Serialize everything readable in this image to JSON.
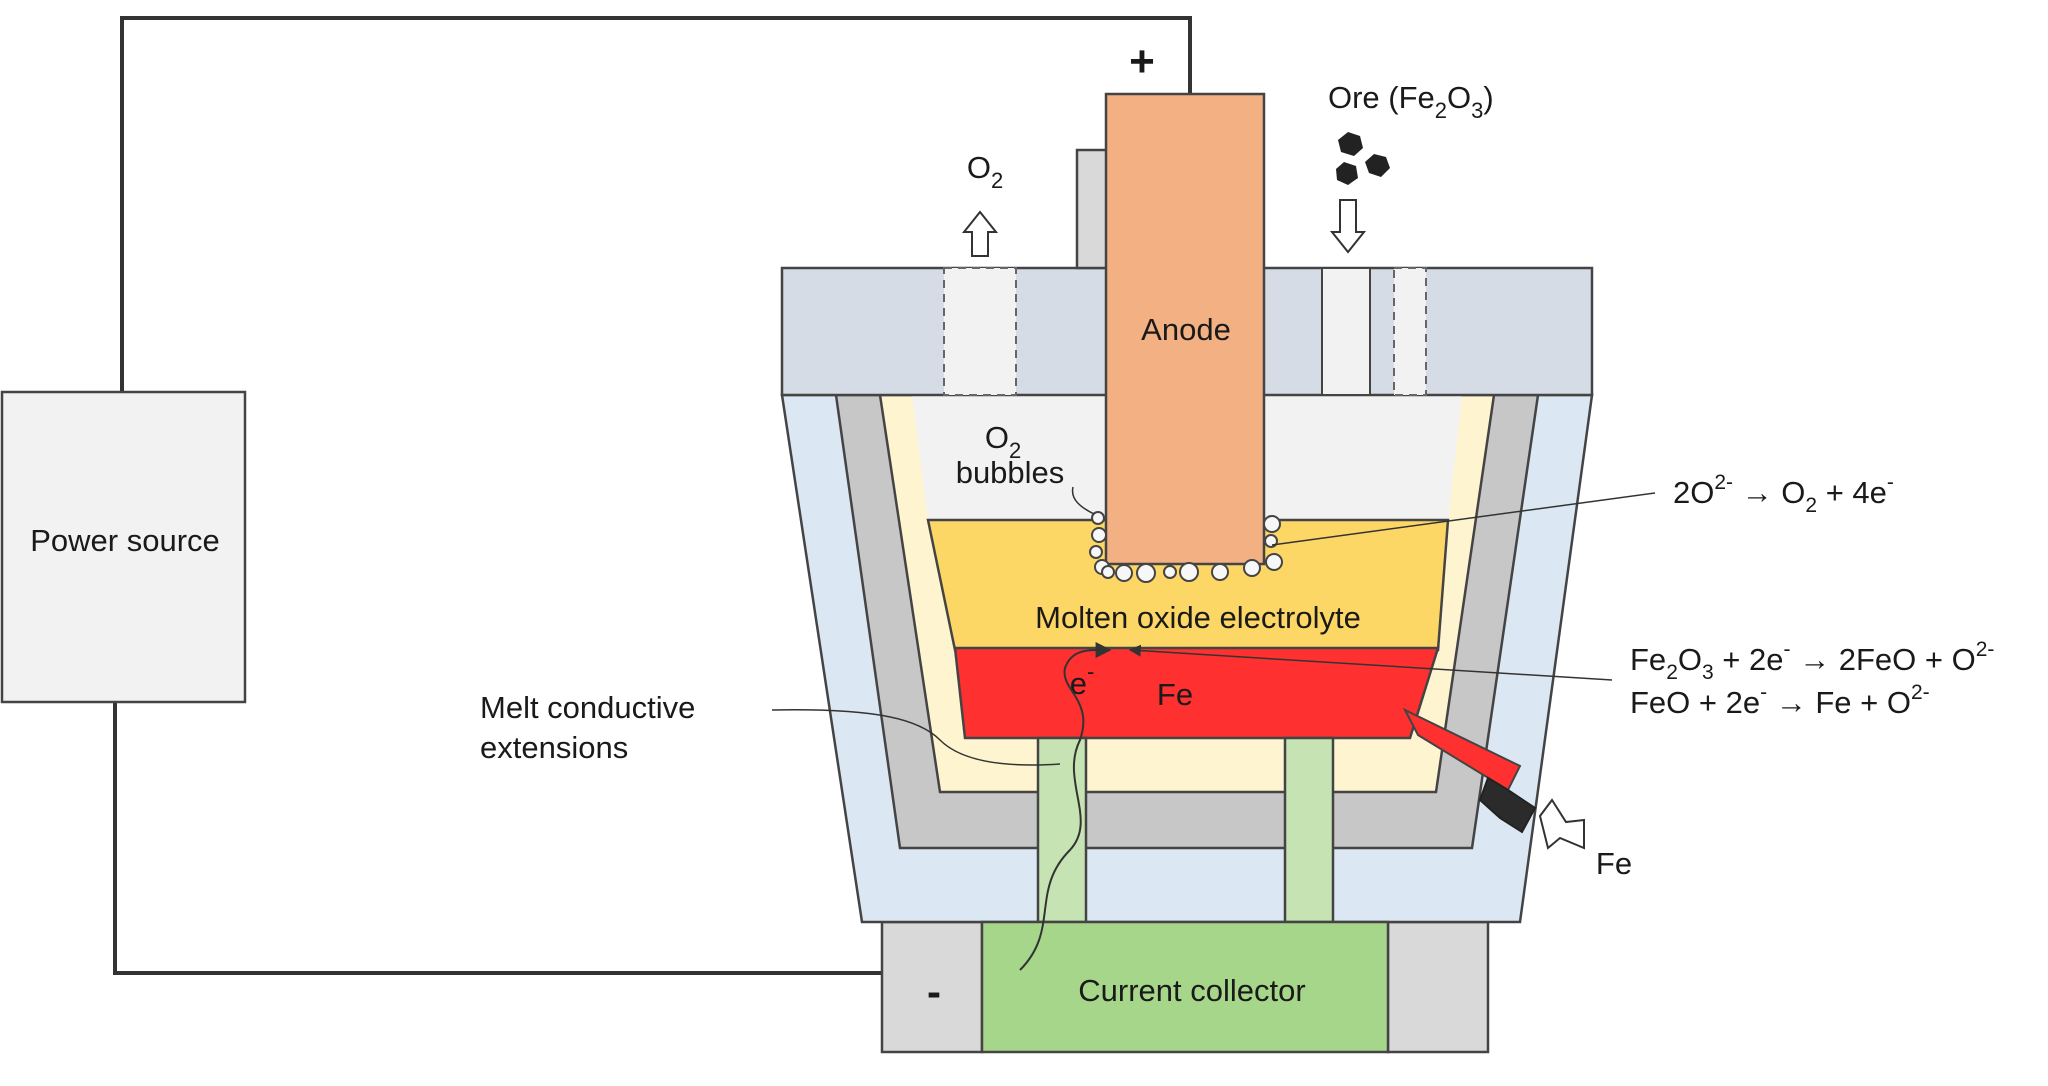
{
  "labels": {
    "plus": "+",
    "minus": "-",
    "power_source": "Power source",
    "anode": "Anode",
    "ore": "Ore (Fe",
    "ore_sub": "2",
    "ore_mid": "O",
    "ore_sub2": "3",
    "ore_end": ")",
    "o2_top": "O",
    "o2_top_sub": "2",
    "o2_bubbles_o": "O",
    "o2_bubbles_sub": "2",
    "bubbles": "bubbles",
    "electrolyte": "Molten oxide electrolyte",
    "fe_pool": "Fe",
    "electron": "e",
    "electron_sup": "-",
    "melt_line1": "Melt conductive",
    "melt_line2": "extensions",
    "fe_out": "Fe",
    "current_collector": "Current collector"
  },
  "equations": {
    "anode_reaction": {
      "a": "2O",
      "a_sup": "2-",
      "b": " → O",
      "b_sub": "2",
      "c": " + 4e",
      "c_sup": "-"
    },
    "cathode_1": {
      "a": "Fe",
      "a_sub": "2",
      "b": "O",
      "b_sub": "3",
      "c": " + 2e",
      "c_sup": "-",
      "d": " → 2FeO + O",
      "d_sup": "2-"
    },
    "cathode_2": {
      "a": "FeO + 2e",
      "a_sup": "-",
      "b": " → Fe + O",
      "b_sup": "2-"
    }
  },
  "colors": {
    "anode": "#f2b083",
    "electrolyte": "#fdd766",
    "iron": "#ff3030",
    "collector": "#a6d68a",
    "extensions": "#c6e3b4",
    "outer_shell": "#dbe7f3",
    "grey_layer": "#c7c7c7",
    "inner_lining": "#fff4d0",
    "lid": "#d5dce5",
    "headspace": "#f2f2f2",
    "power_box": "#f2f2f2",
    "ore_particles": "#222222"
  }
}
